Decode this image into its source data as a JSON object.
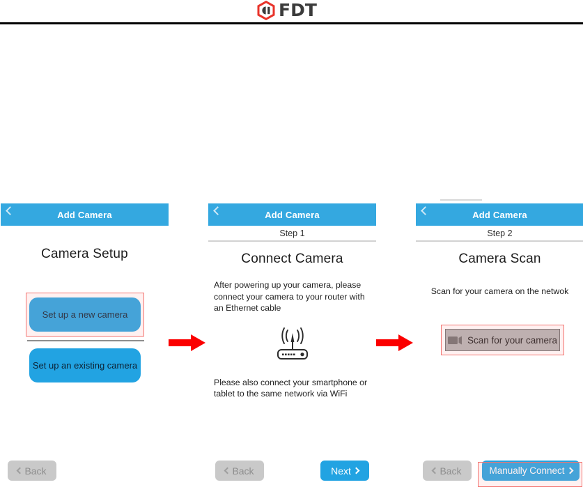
{
  "brand": {
    "logo_text": "FDT",
    "logo_icon": "fdt-hexagon-logo",
    "hex_color": "#e8332a",
    "text_color": "#3b3b3b"
  },
  "colors": {
    "accent_blue": "#22a3e2",
    "navbar_blue": "#34a8e0",
    "highlight_red": "#f3736f",
    "arrow_red": "#fb0000",
    "disabled_gray": "#c9c9c9",
    "scan_button_gray": "#b2b2b2"
  },
  "panels": [
    {
      "id": "panel-camera-setup",
      "navbar": {
        "title": "Add Camera",
        "back_icon": "chevron-left-icon"
      },
      "step_label": null,
      "screen_title": "Camera Setup",
      "buttons": [
        {
          "label": "Set up a new camera",
          "highlighted": true
        },
        {
          "label": "Set up an existing camera",
          "highlighted": false
        }
      ],
      "footer": {
        "back_label": "Back",
        "next_label": null
      }
    },
    {
      "id": "panel-connect-camera",
      "navbar": {
        "title": "Add Camera",
        "back_icon": "chevron-left-icon"
      },
      "step_label": "Step 1",
      "screen_title": "Connect Camera",
      "paragraph_top": "After powering up your camera, please connect your camera to your router with an Ethernet cable",
      "illustration": "wifi-router-icon",
      "paragraph_bottom": "Please also connect your smartphone or tablet to the same network via WiFi",
      "footer": {
        "back_label": "Back",
        "next_label": "Next"
      }
    },
    {
      "id": "panel-camera-scan",
      "navbar": {
        "title": "Add Camera",
        "back_icon": "chevron-left-icon"
      },
      "step_label": "Step 2",
      "screen_title": "Camera Scan",
      "paragraph_top": "Scan for your camera on the netwok",
      "scan_button": {
        "label": "Scan for your camera",
        "icon": "video-camera-icon",
        "highlighted": true
      },
      "footer": {
        "back_label": "Back",
        "next_label": "Manually Connect"
      }
    }
  ],
  "flow": {
    "arrow_icon": "right-arrow-icon",
    "arrow_count": 2
  }
}
